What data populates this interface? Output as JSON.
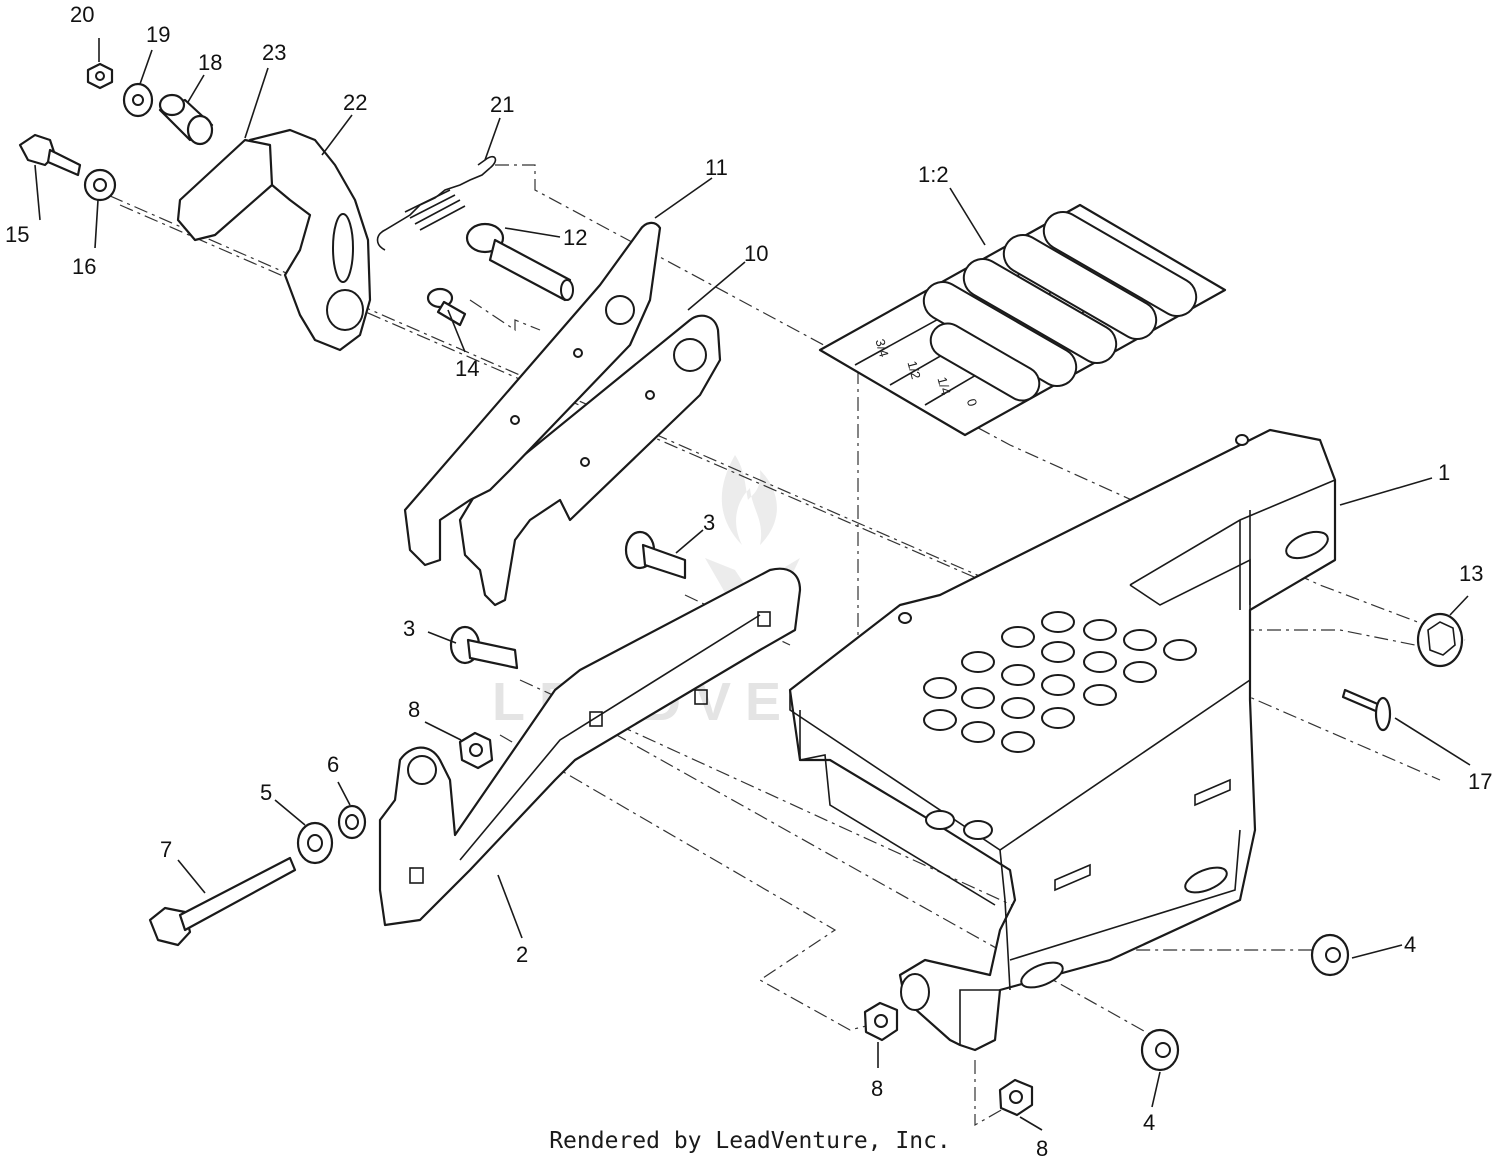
{
  "diagram": {
    "callouts": [
      {
        "id": "c20",
        "text": "20"
      },
      {
        "id": "c19",
        "text": "19"
      },
      {
        "id": "c18",
        "text": "18"
      },
      {
        "id": "c23",
        "text": "23"
      },
      {
        "id": "c22",
        "text": "22"
      },
      {
        "id": "c21",
        "text": "21"
      },
      {
        "id": "c15",
        "text": "15"
      },
      {
        "id": "c16",
        "text": "16"
      },
      {
        "id": "c12",
        "text": "12"
      },
      {
        "id": "c11",
        "text": "11"
      },
      {
        "id": "c14",
        "text": "14"
      },
      {
        "id": "c10",
        "text": "10"
      },
      {
        "id": "c1_2",
        "text": "1:2"
      },
      {
        "id": "c1",
        "text": "1"
      },
      {
        "id": "c3a",
        "text": "3"
      },
      {
        "id": "c3b",
        "text": "3"
      },
      {
        "id": "c13",
        "text": "13"
      },
      {
        "id": "c8a",
        "text": "8"
      },
      {
        "id": "c17",
        "text": "17"
      },
      {
        "id": "c6",
        "text": "6"
      },
      {
        "id": "c5",
        "text": "5"
      },
      {
        "id": "c7",
        "text": "7"
      },
      {
        "id": "c2",
        "text": "2"
      },
      {
        "id": "c4a",
        "text": "4"
      },
      {
        "id": "c8b",
        "text": "8"
      },
      {
        "id": "c4b",
        "text": "4"
      },
      {
        "id": "c8c",
        "text": "8"
      }
    ],
    "decal_labels": [
      "3/4",
      "1/2",
      "1/4",
      "0"
    ],
    "watermark": "LEADVENTURE"
  },
  "footer": {
    "credit": "Rendered by LeadVenture, Inc."
  }
}
